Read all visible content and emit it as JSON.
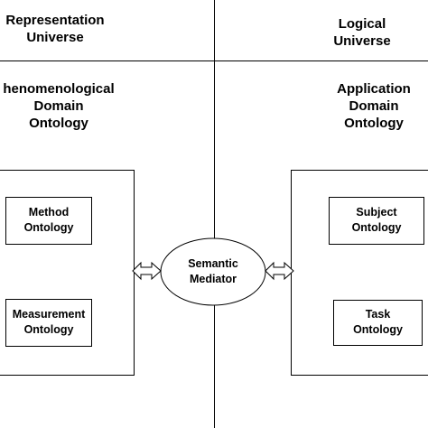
{
  "diagram": {
    "left_universe": "Representation\nUniverse",
    "right_universe": "Logical\nUniverse",
    "left_domain": "henomenological\nDomain\nOntology",
    "right_domain": "Application\nDomain\nOntology",
    "method_box": "Method\nOntology",
    "measurement_box": "Measurement\nOntology",
    "subject_box": "Subject\nOntology",
    "task_box": "Task\nOntology",
    "mediator": "Semantic\nMediator"
  },
  "colors": {
    "line": "#000000",
    "background": "#ffffff"
  }
}
